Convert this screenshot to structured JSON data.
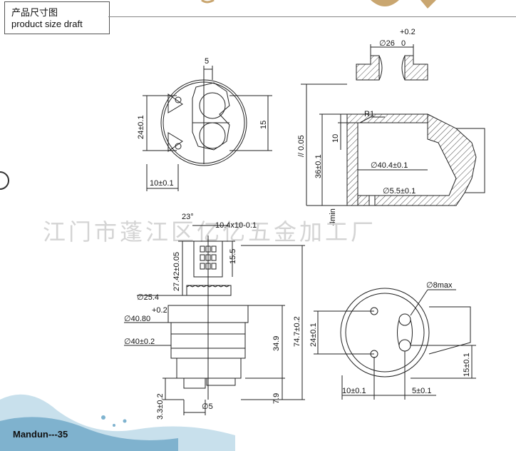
{
  "header": {
    "title_cn": "产品尺寸图",
    "title_en": "product size draft"
  },
  "watermark": "江门市蓬江区亿亿五金加工厂",
  "brand": "Mandun---35",
  "top_view": {
    "dim_top": "5",
    "dim_left": "24±0.1",
    "dim_right": "15",
    "dim_bottom": "10±0.1"
  },
  "section_view": {
    "diameter_top": "∅26",
    "tol_upper": "+0.2",
    "tol_lower": "0",
    "parallel": "// 0.05",
    "radius": "R1",
    "dim_10": "10",
    "dim_36": "36±0.1",
    "inner_dia": "∅40.4±0.1",
    "hole_dia": "∅5.5±0.1",
    "depth_min": "4min"
  },
  "side_view": {
    "angle": "23°",
    "spline": "10.4x10-0.1",
    "stem_len": "27.42±0.05",
    "dim_15_5": "15.5",
    "dia_25_4": "∅25.4",
    "tol_40_80": "+0.2",
    "dia_40_80": "∅40.80",
    "dia_40": "∅40±0.2",
    "height_34_9": "34.9",
    "height_74_7": "74.7±0.2",
    "height_7_9": "7.9",
    "height_3_3": "3.3±0.2",
    "dia_5": "∅5"
  },
  "bottom_view": {
    "hole_max": "∅8max",
    "dim_24": "24±0.1",
    "dim_15": "15±0.1",
    "dim_10": "10±0.1",
    "dim_5": "5±0.1"
  }
}
